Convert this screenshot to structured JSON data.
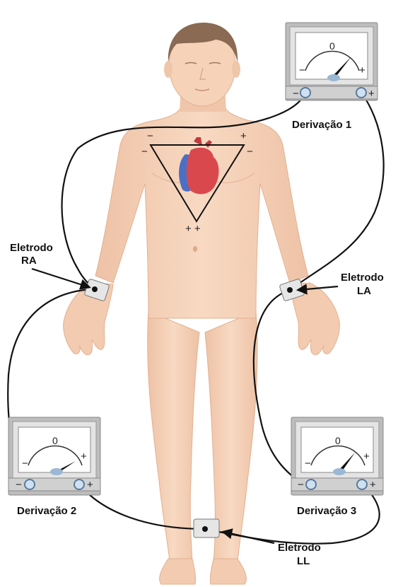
{
  "meters": [
    {
      "id": "lead1",
      "label": "Derivação 1",
      "zero": "0",
      "minus": "−",
      "plus": "+"
    },
    {
      "id": "lead2",
      "label": "Derivação 2",
      "zero": "0",
      "minus": "−",
      "plus": "+"
    },
    {
      "id": "lead3",
      "label": "Derivação 3",
      "zero": "0",
      "minus": "−",
      "plus": "+"
    }
  ],
  "electrodes": {
    "ra": {
      "line1": "Eletrodo",
      "line2": "RA"
    },
    "la": {
      "line1": "Eletrodo",
      "line2": "LA"
    },
    "ll": {
      "line1": "Eletrodo",
      "line2": "LL"
    }
  },
  "triangle_signs": {
    "top_left": "−",
    "top_right": "+",
    "left": "−",
    "right": "−",
    "bottom": "+ +"
  },
  "colors": {
    "skin": "#f6d2b8",
    "skin_shadow": "#e9b99c",
    "hair": "#8a6a52",
    "wire": "#111111",
    "meter_body": "#d9d9d9",
    "meter_frame": "#9a9a9a",
    "heart_red": "#d9484d",
    "heart_blue": "#4b6fc4"
  }
}
